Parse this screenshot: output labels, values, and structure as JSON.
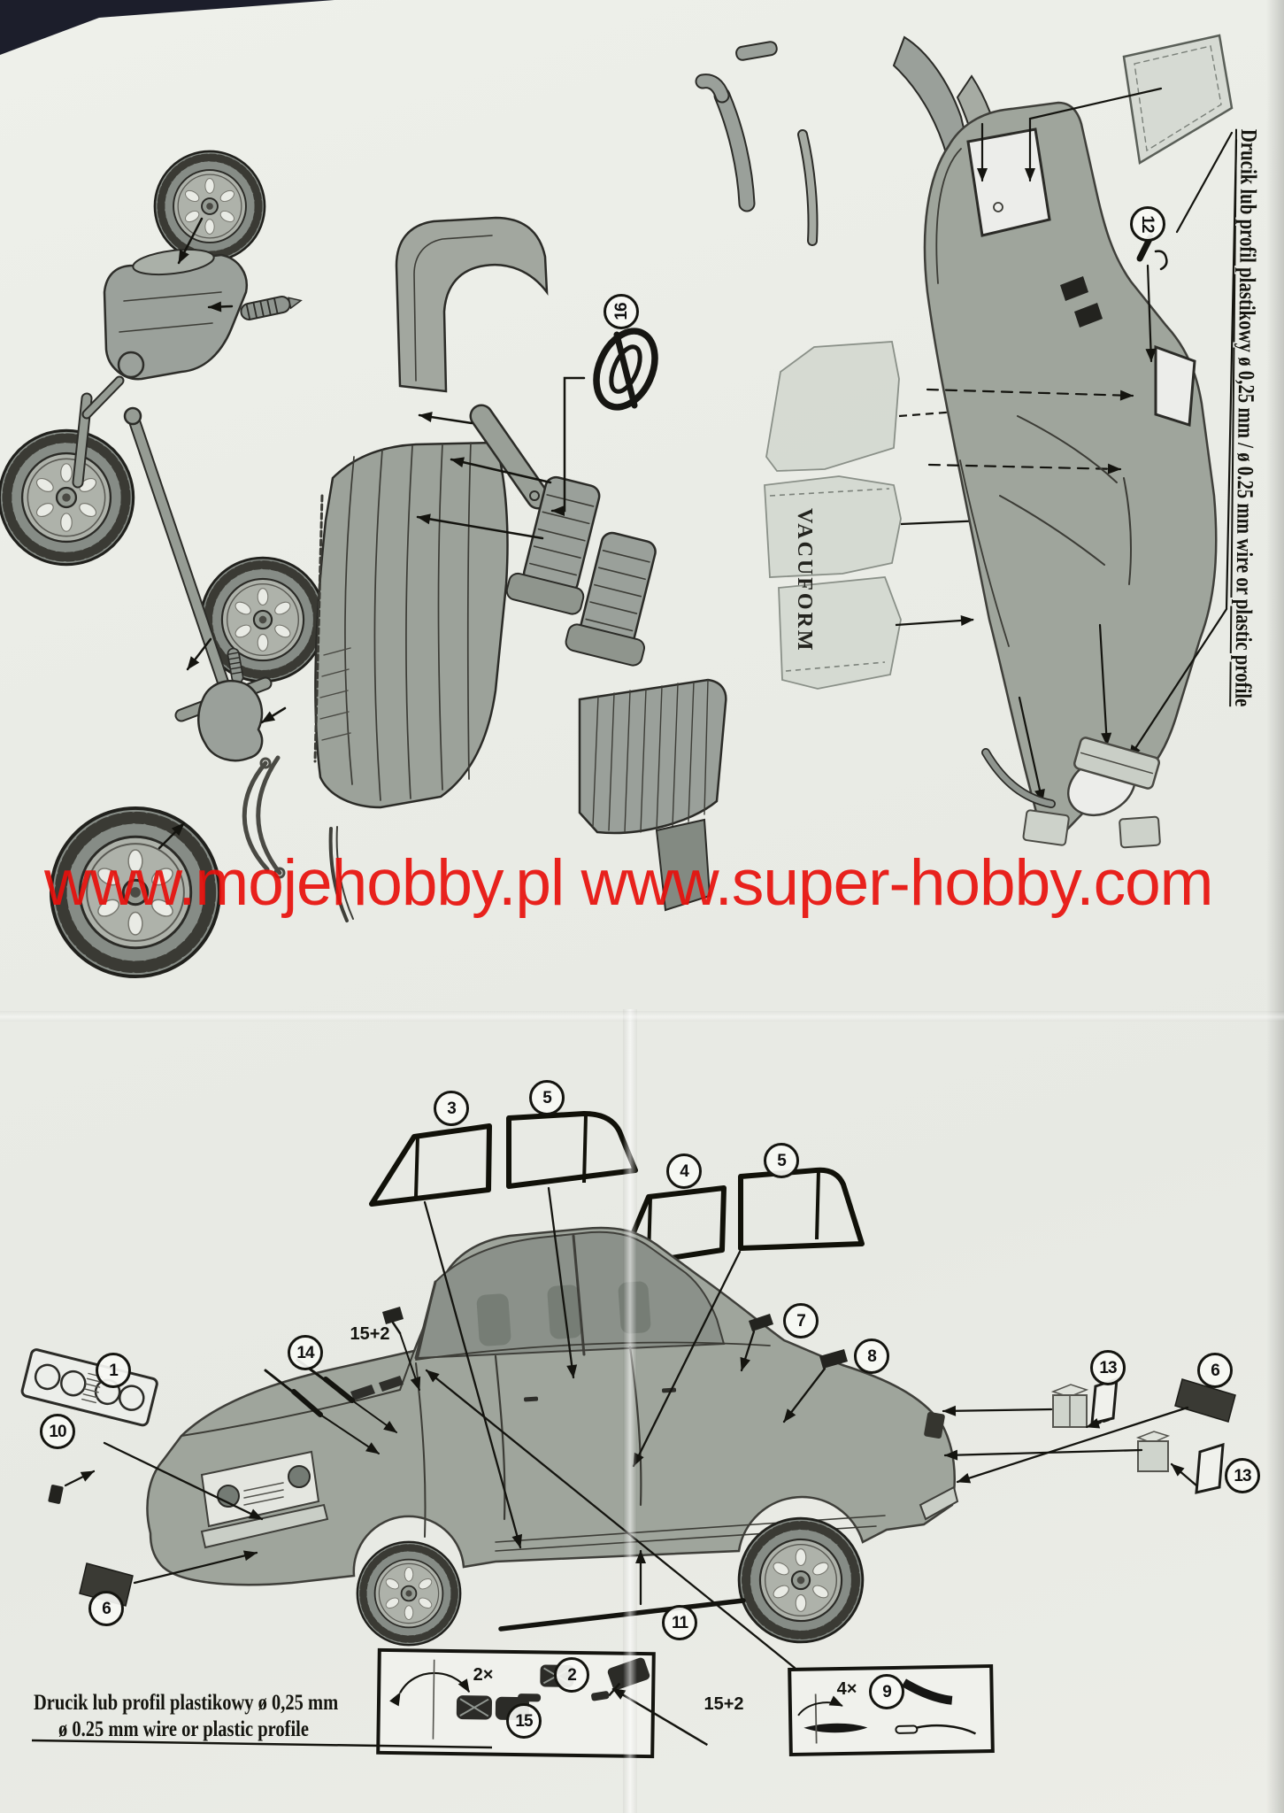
{
  "sheet": {
    "watermark": "www.mojehobby.pl www.super-hobby.com",
    "watermark_color": "#e8100c",
    "vacuform_label": "VACUFORM",
    "wire_note_vertical": "Drucik lub profil plastikowy ø 0,25 mm / ø 0.25 mm wire or plastic profile",
    "wire_note_line1": "Drucik lub profil plastikowy ø 0,25 mm",
    "wire_note_line2": "ø 0.25 mm wire or plastic profile"
  },
  "callouts": {
    "grille": "1",
    "floor_mat": "2",
    "windshield_glass": "3",
    "rear_window_glass": "4",
    "front_door_glass": "5",
    "rear_door_glass": "5",
    "front_spoiler": "6",
    "rear_valance": "6",
    "roof_part_front": "7",
    "roof_part_rear": "8",
    "wiper_blade": "9",
    "grille_badge": "10",
    "side_trim_strip": "11",
    "body_wire": "12",
    "tail_lamp_upper": "13",
    "tail_lamp_lower": "13",
    "wiper_arms": "14",
    "mirror_base": "15",
    "steering_wheel": "16"
  },
  "quantities": {
    "swap_symbol": "2×",
    "wiper_box": "4×",
    "mirror_roof": "15+2",
    "mirror_box": "15+2"
  }
}
